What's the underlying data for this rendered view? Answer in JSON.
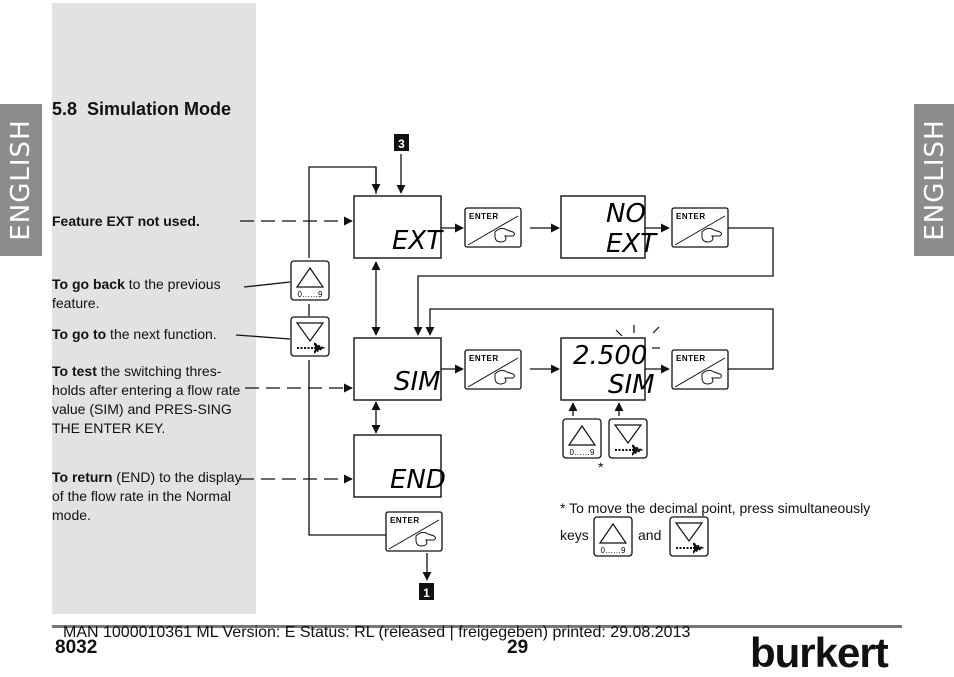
{
  "side_tabs": {
    "left": "ENGLISH",
    "right": "ENGLISH"
  },
  "section": {
    "number": "5.8",
    "title": "Simulation Mode"
  },
  "descriptions": {
    "feature_ext": {
      "bold": "Feature EXT not used.",
      "rest": ""
    },
    "go_back": {
      "bold": "To go back",
      "rest": " to the previous feature."
    },
    "go_to": {
      "bold": "To go to",
      "rest": " the next function."
    },
    "test": {
      "bold": "To test",
      "rest": " the switching thres-holds after entering a flow rate value (SIM) and PRES-SING THE ENTER KEY."
    },
    "return": {
      "bold": "To return",
      "rest": " (END) to the display of the flow rate in the Normal mode."
    }
  },
  "diagram": {
    "badge_top": "3",
    "badge_bottom": "1",
    "display_ext": "EXT",
    "display_no_line1": "NO",
    "display_no_line2": "EXT",
    "display_sim": "SIM",
    "display_value_line1": "2.500",
    "display_value_line2": "SIM",
    "display_end": "END",
    "enter_label": "ENTER",
    "up_key_label": "0……9",
    "asterisk": "*"
  },
  "note": {
    "line1": "* To move the decimal point, press simultaneously",
    "keys": "keys",
    "and": "and"
  },
  "footer": {
    "meta": "MAN  1000010361  ML  Version: E Status: RL (released | freigegeben)  printed: 29.08.2013",
    "doc_number": "8032",
    "page_number": "29",
    "brand": "burkert"
  }
}
